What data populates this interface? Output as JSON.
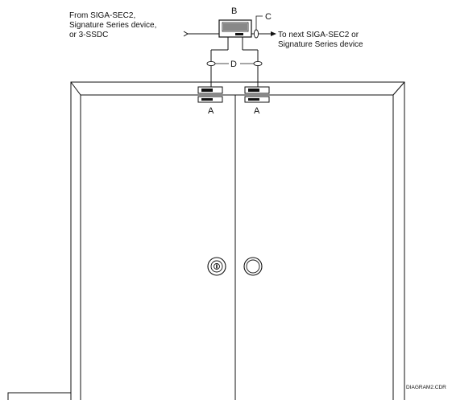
{
  "labels": {
    "from_line1": "From SIGA-SEC2,",
    "from_line2": "Signature Series device,",
    "from_line3": "or 3-SSDC",
    "to_line1": "To next SIGA-SEC2 or",
    "to_line2": "Signature Series device",
    "callout_a_left": "A",
    "callout_a_right": "A",
    "callout_b": "B",
    "callout_c": "C",
    "callout_d": "D",
    "file_tag": "DIAGRAM2.CDR"
  }
}
